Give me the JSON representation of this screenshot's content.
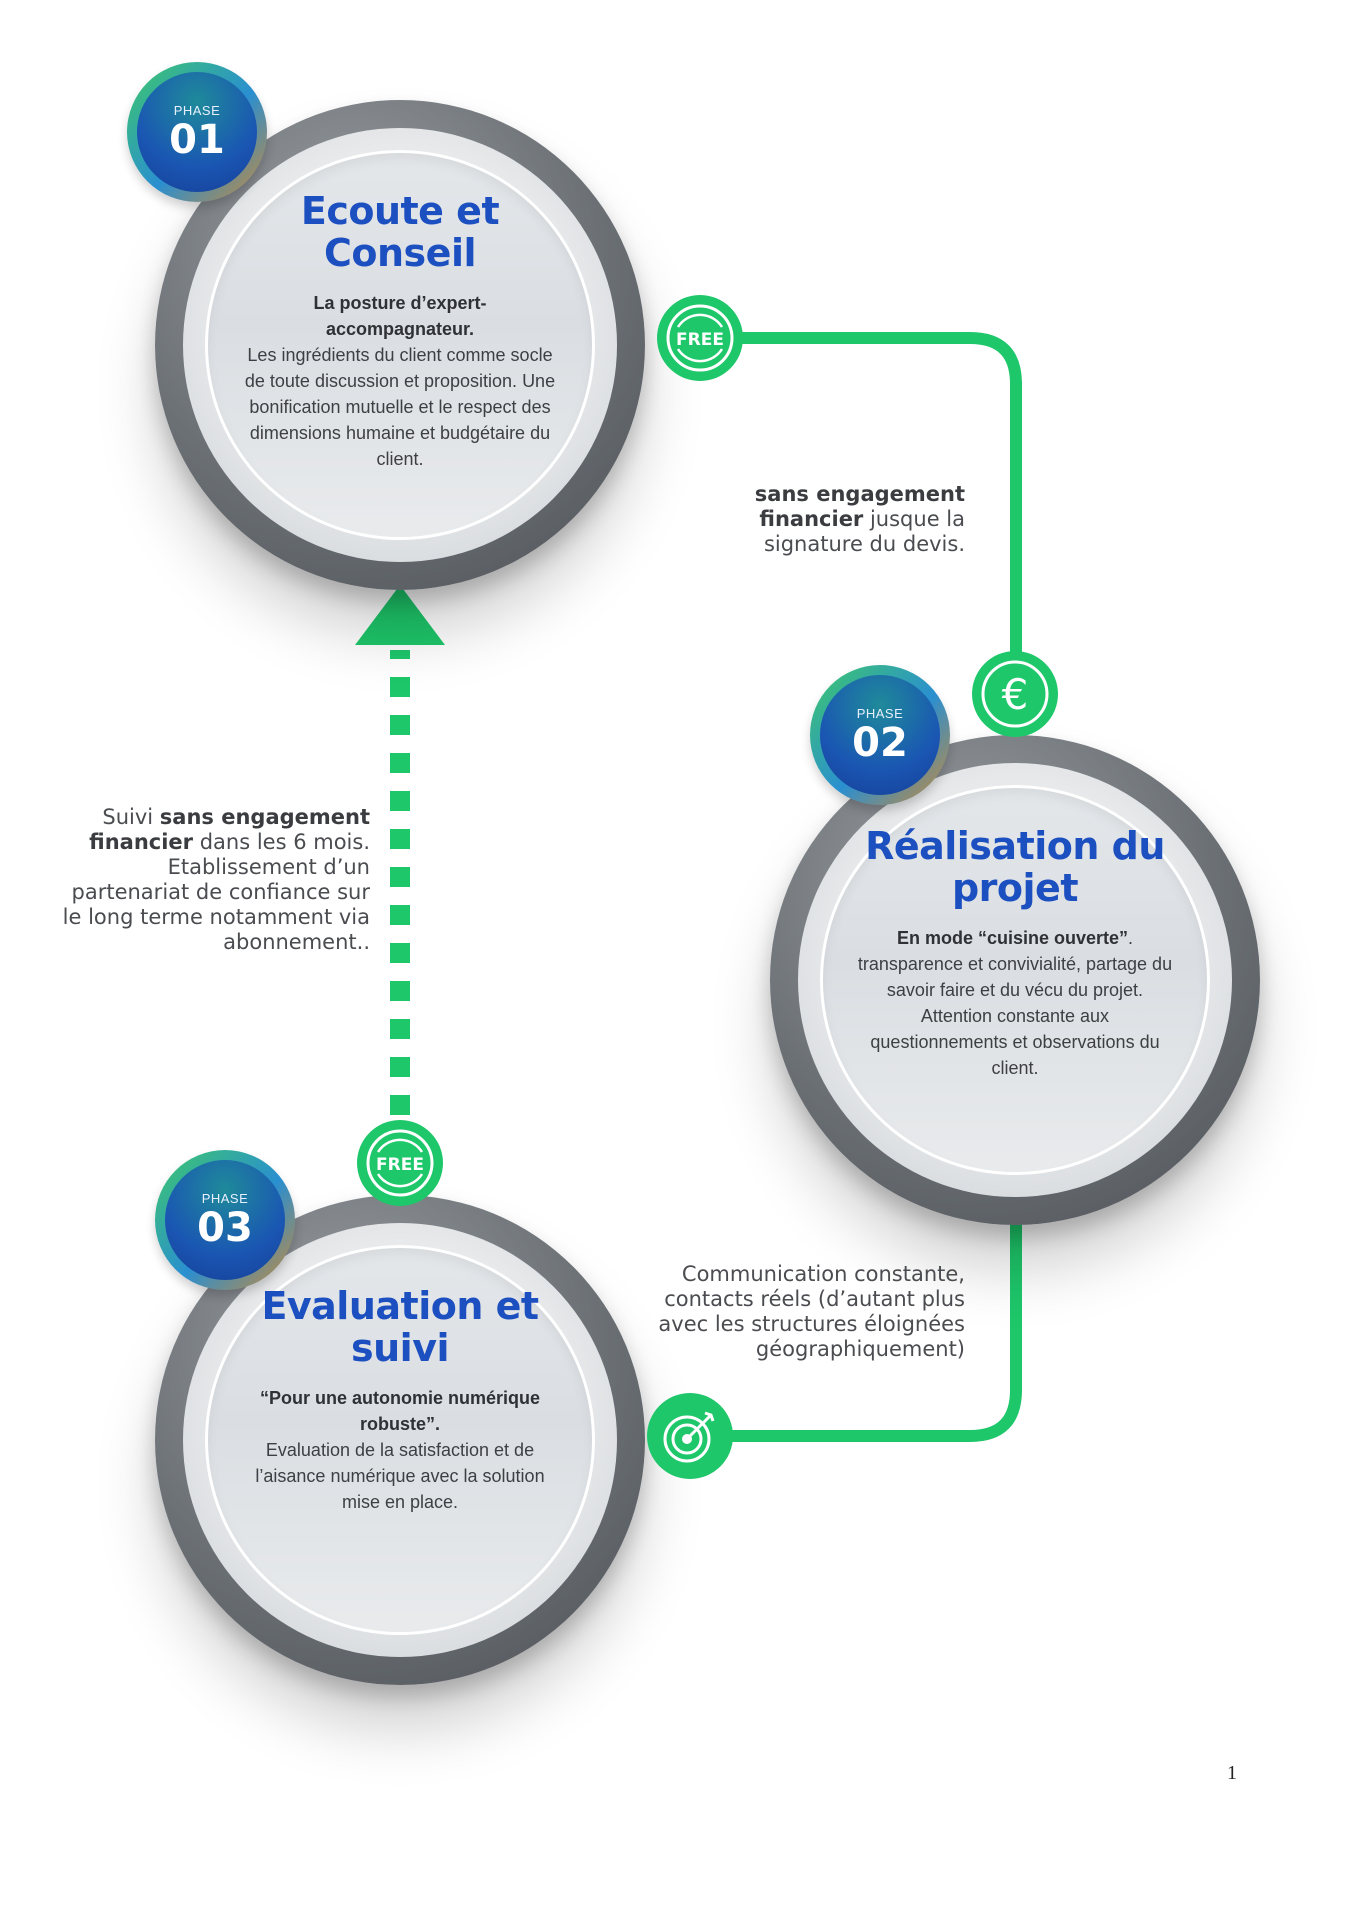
{
  "phases": [
    {
      "badge_label": "PHASE",
      "badge_number": "01",
      "title": "Ecoute et Conseil",
      "desc_bold": "La posture d’expert-accompagnateur.",
      "desc_text": "Les ingrédients du client  comme socle de toute discussion et proposition. Une bonification mutuelle et le respect des dimensions humaine et budgétaire du client."
    },
    {
      "badge_label": "PHASE",
      "badge_number": "02",
      "title": "Réalisation du projet",
      "desc_bold": "En mode “cuisine ouverte”",
      "desc_text": ". transparence et convivialité, partage du savoir faire et du vécu du projet. Attention constante aux questionnements et observations du client."
    },
    {
      "badge_label": "PHASE",
      "badge_number": "03",
      "title": "Evaluation et suivi",
      "desc_bold": "“Pour une autonomie numérique robuste”.",
      "desc_text": "Evaluation de la satisfaction et de l’aisance numérique avec la solution mise en place."
    }
  ],
  "notes": {
    "engagement_bold": "sans engagement financier",
    "engagement_text": " jusque la signature du devis.",
    "suivi_prefix": "Suivi  ",
    "suivi_bold": "sans engagement financier",
    "suivi_text": " dans les 6 mois. Etablissement d’un partenariat de confiance sur le long terme notamment via abonnement..",
    "communication": "Communication constante, contacts réels (d’autant plus avec les structures éloignées géographiquement)"
  },
  "icons": {
    "free_label": "FREE",
    "euro_symbol": "€",
    "names": [
      "free-icon",
      "euro-icon",
      "target-icon",
      "free-icon"
    ],
    "color": "#1ec76a"
  },
  "colors": {
    "title_blue": "#1c4fbf",
    "connector_green": "#1ec76a"
  },
  "page_number": "1"
}
